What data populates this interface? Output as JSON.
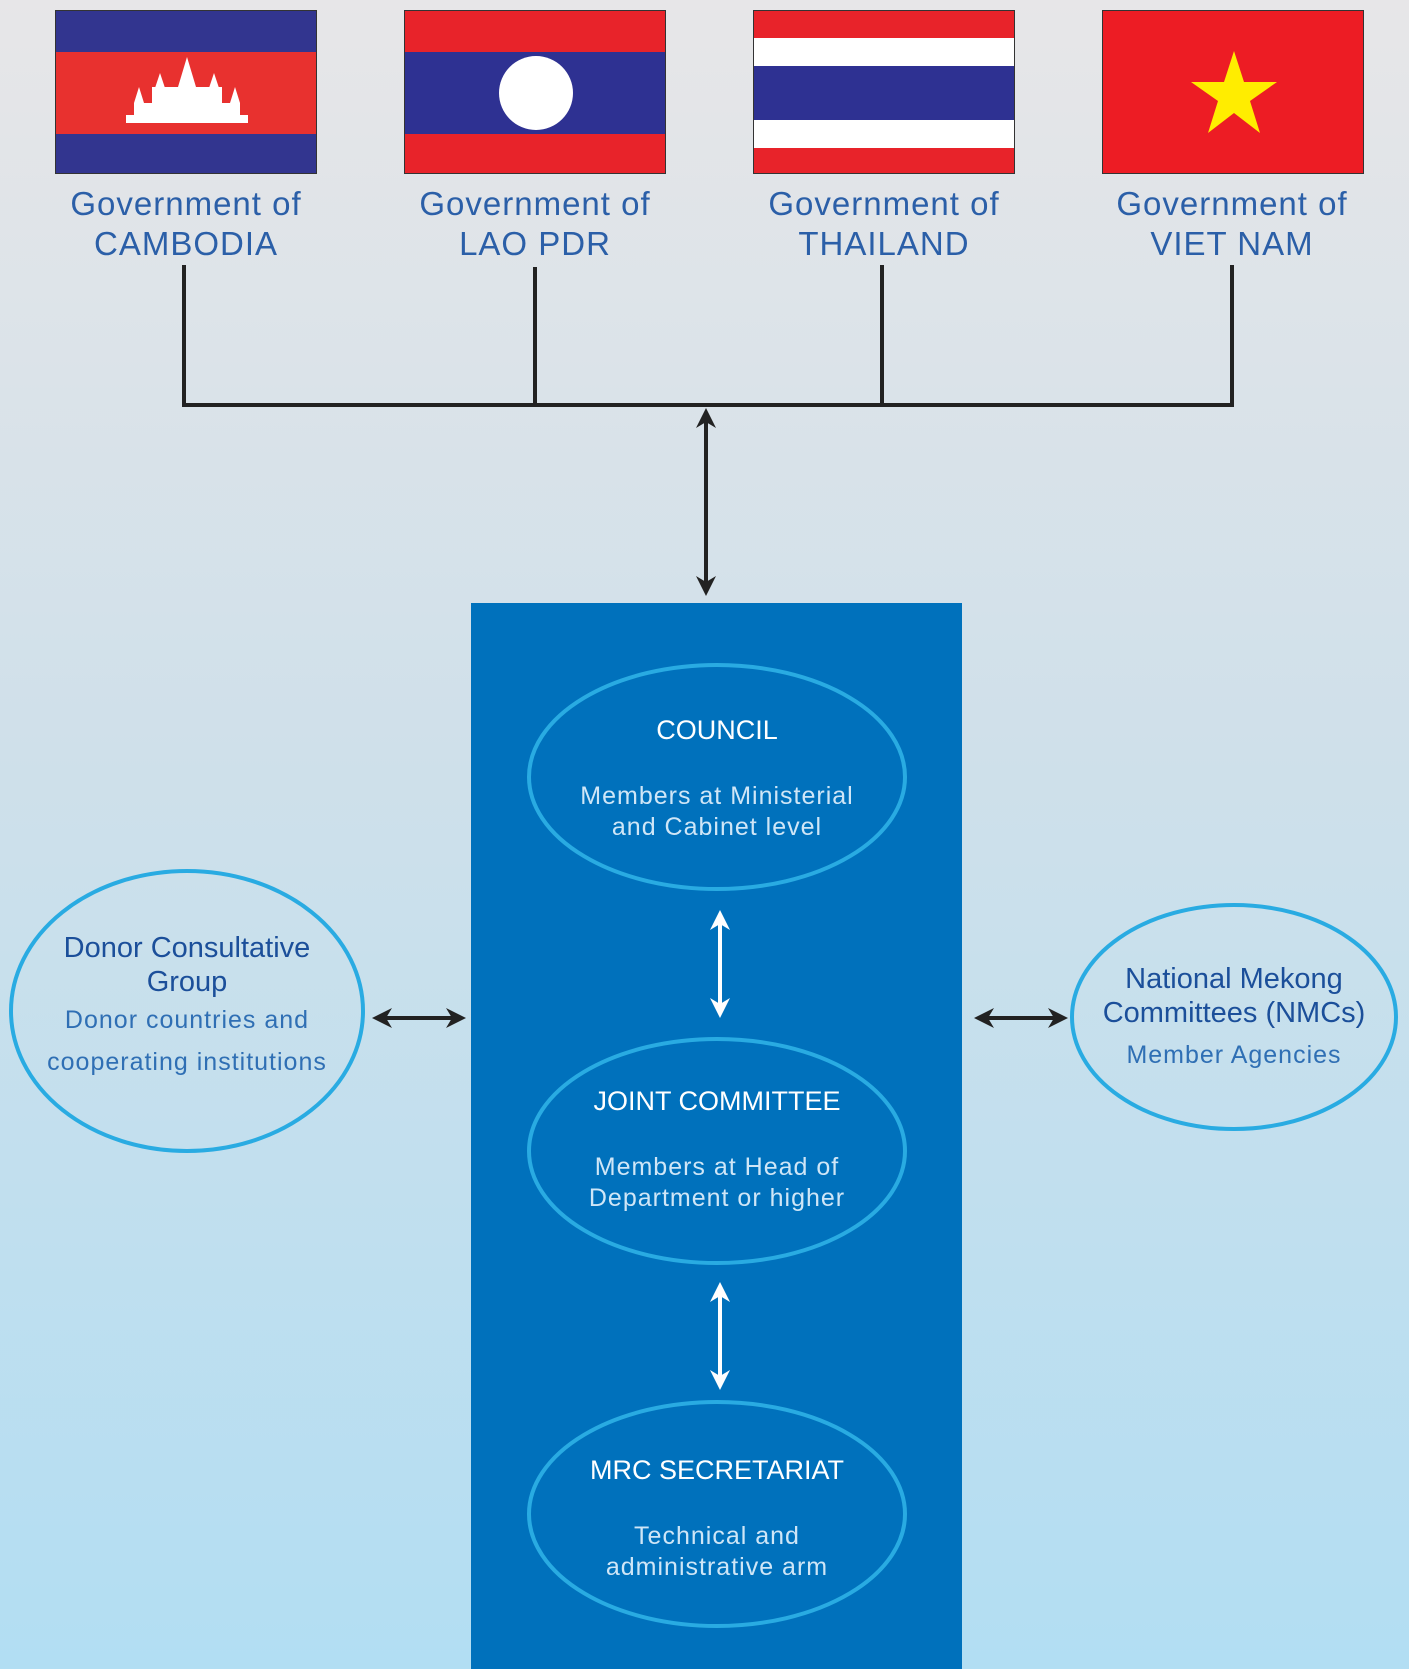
{
  "colors": {
    "panel_blue": "#0071bc",
    "oval_outline": "#29abe2",
    "label_blue": "#2b5fa8",
    "connector": "#222222"
  },
  "governments": [
    {
      "line1": "Government of",
      "line2": "CAMBODIA",
      "flag": "cambodia-flag"
    },
    {
      "line1": "Government of",
      "line2": "LAO PDR",
      "flag": "laos-flag"
    },
    {
      "line1": "Government of",
      "line2": "THAILAND",
      "flag": "thailand-flag"
    },
    {
      "line1": "Government of",
      "line2": "VIET NAM",
      "flag": "vietnam-flag"
    }
  ],
  "council": {
    "title": "COUNCIL",
    "line1": "Members at Ministerial",
    "line2": "and Cabinet level"
  },
  "joint_committee": {
    "title": "JOINT COMMITTEE",
    "line1": "Members at Head of",
    "line2": "Department or higher"
  },
  "secretariat": {
    "title": "MRC SECRETARIAT",
    "line1": "Technical and",
    "line2": "administrative arm"
  },
  "donor": {
    "title1": "Donor Consultative",
    "title2": "Group",
    "line1": "Donor countries and",
    "line2": "cooperating institutions"
  },
  "nmc": {
    "title1": "National Mekong",
    "title2": "Committees (NMCs)",
    "line1": "Member Agencies"
  }
}
